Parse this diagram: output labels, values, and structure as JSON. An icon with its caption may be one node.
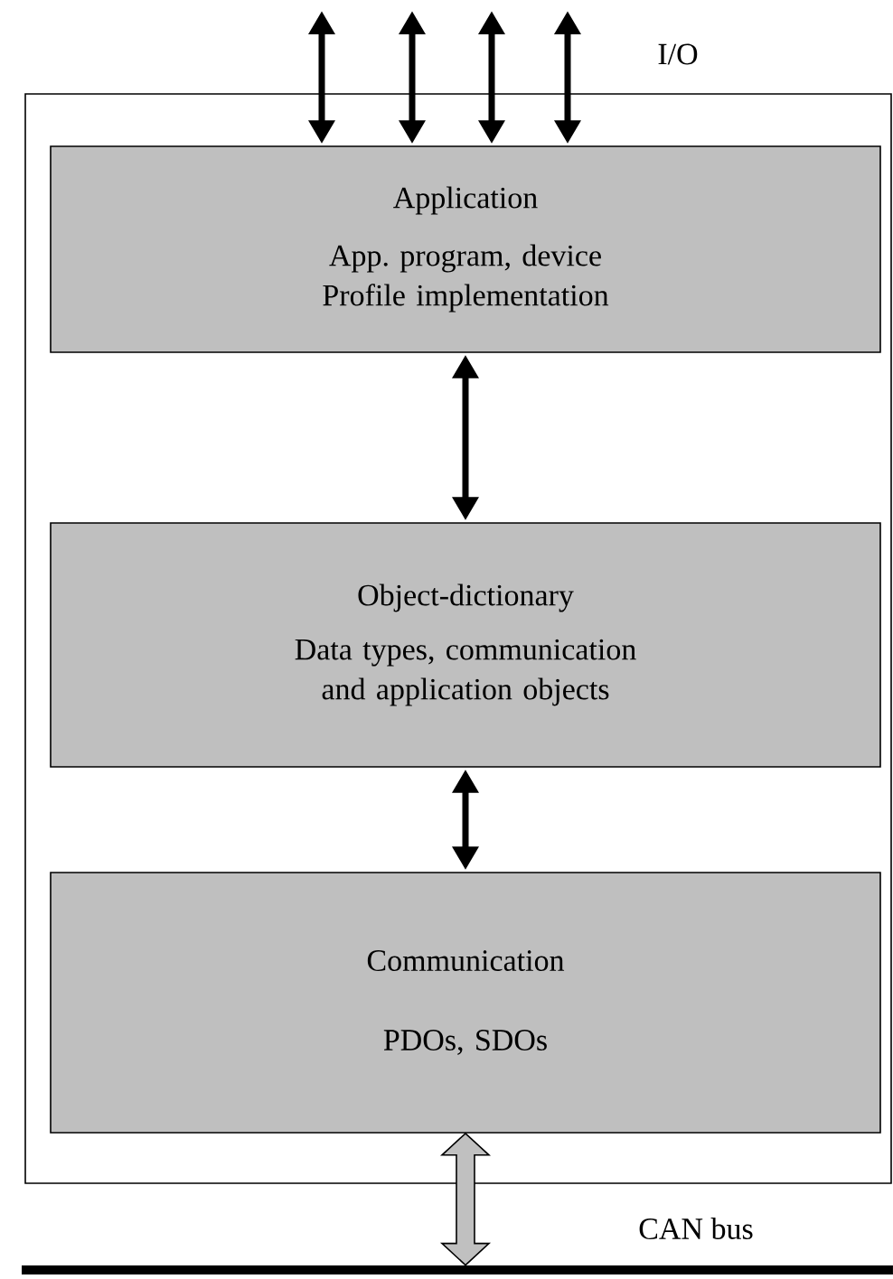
{
  "diagram": {
    "nodes": [
      {
        "text": [],
        "shape": "box"
      },
      {
        "text": [
          "Application",
          "App. program, device Profile implementation"
        ],
        "in": 0
      },
      {
        "text": [
          "Object-dictionary",
          "Data types, communication and application objects"
        ],
        "in": 0
      },
      {
        "text": [
          "Communication",
          "PDOs, SDOs"
        ],
        "in": 0
      },
      {
        "text": [],
        "shape": "bar",
        "beside": [
          "CAN bus"
        ]
      }
    ],
    "edges": [
      {
        "from": null,
        "to": 1,
        "arrow": "both"
      },
      {
        "from": null,
        "to": 1,
        "arrow": "both"
      },
      {
        "from": null,
        "to": 1,
        "arrow": "both"
      },
      {
        "from": null,
        "to": 1,
        "arrow": "both"
      },
      {
        "from": 1,
        "to": 2,
        "arrow": "both"
      },
      {
        "from": 2,
        "to": 3,
        "arrow": "both"
      },
      {
        "from": 3,
        "to": 4,
        "arrow": "both",
        "style": "thick",
        "color": "#c0c0c0"
      }
    ],
    "labels": [
      "I/O"
    ]
  }
}
